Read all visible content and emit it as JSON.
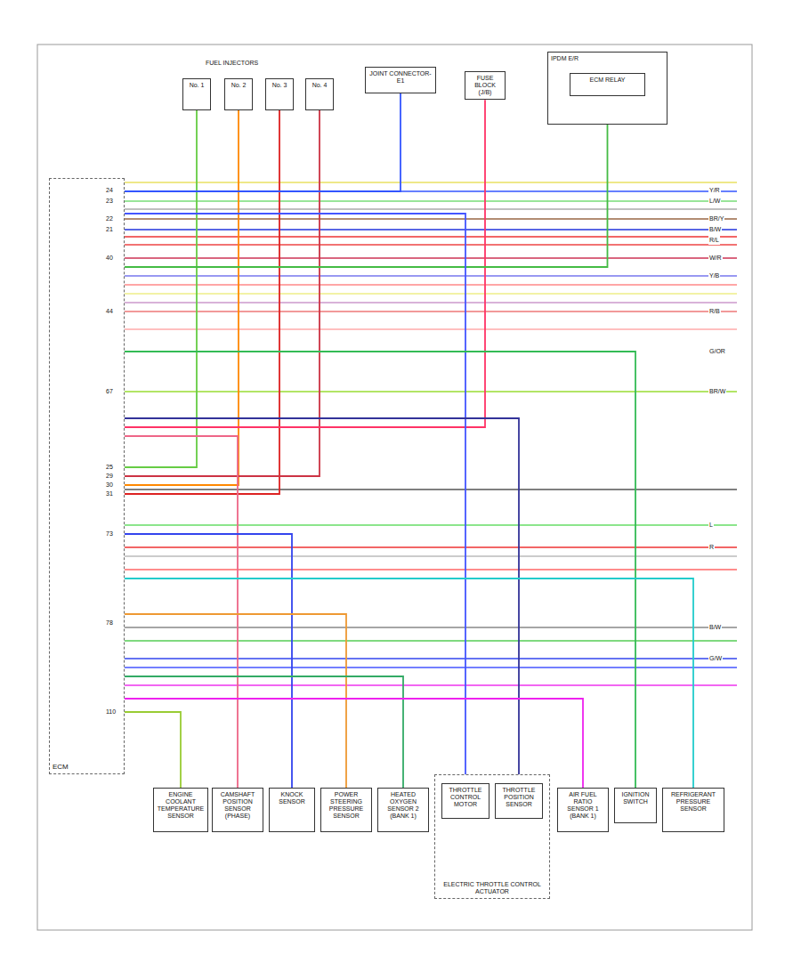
{
  "diagram": {
    "nodes": [
      {
        "text": [
          "ECM"
        ]
      },
      {
        "text": [
          "No. 1"
        ]
      },
      {
        "text": [
          "No. 2"
        ]
      },
      {
        "text": [
          "No. 3"
        ]
      },
      {
        "text": [
          "No. 4"
        ]
      },
      {
        "text": [
          "JOINT CONNECTOR-E1"
        ]
      },
      {
        "text": [
          "FUSE BLOCK (J/B)"
        ]
      },
      {
        "text": [
          "IPDM E/R"
        ]
      },
      {
        "text": [
          "ECM RELAY"
        ],
        "in": 7
      },
      {
        "text": [
          "ENGINE COOLANT TEMPERATURE SENSOR"
        ]
      },
      {
        "text": [
          "CAMSHAFT POSITION SENSOR (PHASE)"
        ]
      },
      {
        "text": [
          "KNOCK SENSOR"
        ]
      },
      {
        "text": [
          "POWER STEERING PRESSURE SENSOR"
        ]
      },
      {
        "text": [
          "HEATED OXYGEN SENSOR 2 (BANK 1)"
        ]
      },
      {
        "text": [
          "ELECTRIC THROTTLE CONTROL ACTUATOR"
        ]
      },
      {
        "text": [
          "THROTTLE CONTROL MOTOR"
        ],
        "in": 14
      },
      {
        "text": [
          "THROTTLE POSITION SENSOR"
        ],
        "in": 14
      },
      {
        "text": [
          "AIR FUEL RATIO SENSOR 1 (BANK 1)"
        ]
      },
      {
        "text": [
          "IGNITION SWITCH"
        ]
      },
      {
        "text": [
          "REFRIGERANT PRESSURE SENSOR"
        ]
      }
    ],
    "edges": [
      {
        "from": 0,
        "to": 1,
        "arrow": "none"
      },
      {
        "from": 0,
        "to": 2,
        "arrow": "none"
      },
      {
        "from": 0,
        "to": 3,
        "arrow": "none"
      },
      {
        "from": 0,
        "to": 4,
        "arrow": "none"
      },
      {
        "from": 0,
        "to": 5,
        "arrow": "none"
      },
      {
        "from": 0,
        "to": 6,
        "arrow": "none"
      },
      {
        "from": 0,
        "to": 8,
        "arrow": "none"
      },
      {
        "from": 0,
        "to": 9,
        "arrow": "none"
      },
      {
        "from": 0,
        "to": 10,
        "arrow": "none"
      },
      {
        "from": 0,
        "to": 11,
        "arrow": "none"
      },
      {
        "from": 0,
        "to": 12,
        "arrow": "none"
      },
      {
        "from": 0,
        "to": 13,
        "arrow": "none"
      },
      {
        "from": 0,
        "to": 15,
        "arrow": "none"
      },
      {
        "from": 0,
        "to": 16,
        "arrow": "none"
      },
      {
        "from": 0,
        "to": 17,
        "arrow": "none"
      },
      {
        "from": 0,
        "to": 18,
        "arrow": "none"
      },
      {
        "from": 0,
        "to": 19,
        "arrow": "none"
      }
    ],
    "labels": [
      "FUEL INJECTORS",
      "Y/R",
      "L/W",
      "BR/Y",
      "B/W",
      "R/L",
      "W/R",
      "Y/B",
      "R/B",
      "G/OR",
      "BR/W",
      "L",
      "R",
      "B/W",
      "G/W",
      "24",
      "23",
      "22",
      "21",
      "40",
      "44",
      "67",
      "25",
      "29",
      "30",
      "31",
      "73",
      "78",
      "110"
    ]
  }
}
